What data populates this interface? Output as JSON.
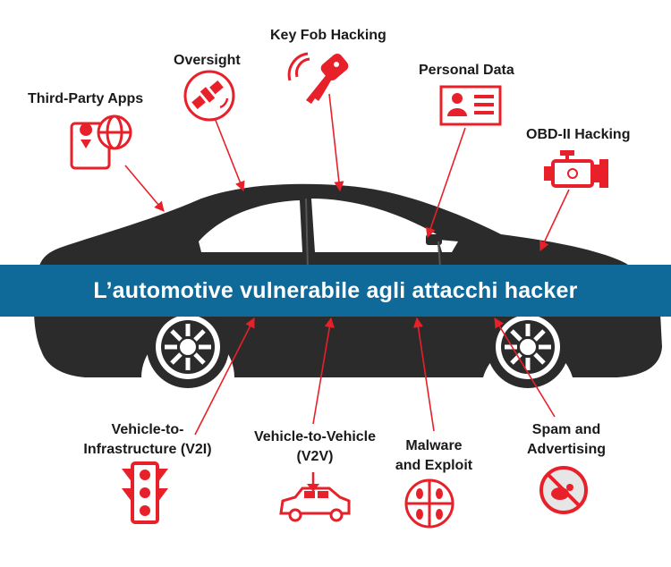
{
  "banner": {
    "title": "L’automotive vulnerabile agli attacchi hacker"
  },
  "labels": {
    "third_party_apps": "Third-Party Apps",
    "oversight": "Oversight",
    "key_fob_hacking": "Key Fob Hacking",
    "personal_data": "Personal Data",
    "obd_hacking": "OBD-II Hacking",
    "v2i_line1": "Vehicle-to-",
    "v2i_line2": "Infrastructure (V2I)",
    "v2v_line1": "Vehicle-to-Vehicle",
    "v2v_line2": "(V2V)",
    "malware_line1": "Malware",
    "malware_line2": "and Exploit",
    "spam_line1": "Spam and",
    "spam_line2": "Advertising"
  },
  "colors": {
    "accent": "#e8202a",
    "car": "#2b2b2b",
    "banner": "#0f6a99"
  },
  "icons": [
    "globe-location-icon",
    "satellite-icon",
    "key-fob-icon",
    "id-card-icon",
    "engine-icon",
    "traffic-light-icon",
    "car-icon",
    "bug-cross-icon",
    "no-spam-icon"
  ]
}
